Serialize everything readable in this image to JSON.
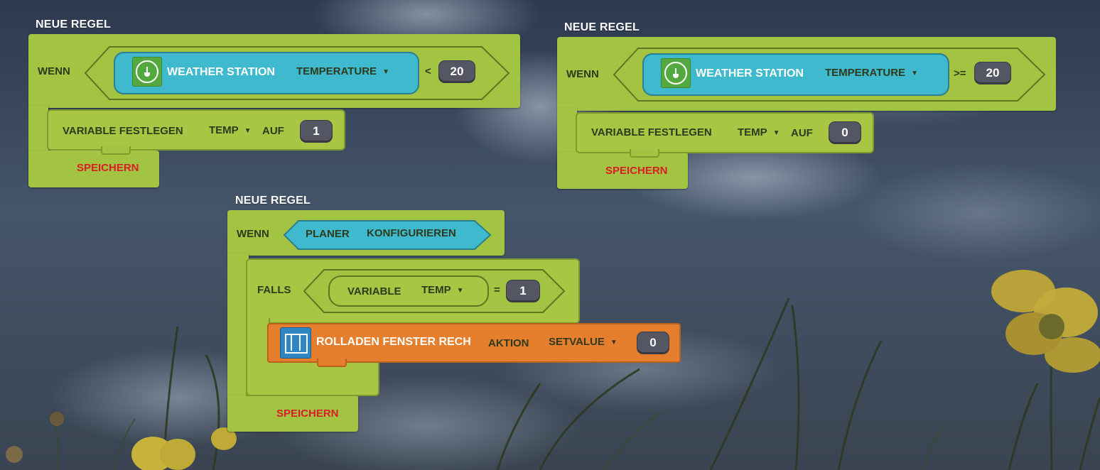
{
  "rules": [
    {
      "title": "NEUE REGEL",
      "when_label": "WENN",
      "device": "WEATHER STATION",
      "device_icon": "weather-station-icon",
      "property": "TEMPERATURE",
      "operator": "<",
      "value": "20",
      "action_label": "VARIABLE FESTLEGEN",
      "variable": "TEMP",
      "to_label": "AUF",
      "set_value": "1",
      "save_label": "SPEICHERN"
    },
    {
      "title": "NEUE REGEL",
      "when_label": "WENN",
      "device": "WEATHER STATION",
      "device_icon": "weather-station-icon",
      "property": "TEMPERATURE",
      "operator": ">=",
      "value": "20",
      "action_label": "VARIABLE FESTLEGEN",
      "variable": "TEMP",
      "to_label": "AUF",
      "set_value": "0",
      "save_label": "SPEICHERN"
    },
    {
      "title": "NEUE REGEL",
      "when_label": "WENN",
      "trigger": "PLANER",
      "trigger_action": "KONFIGURIEREN",
      "if_label": "FALLS",
      "cond_label": "VARIABLE",
      "cond_variable": "TEMP",
      "cond_operator": "=",
      "cond_value": "1",
      "action_device": "ROLLADEN FENSTER RECH",
      "action_device_icon": "window-shutter-icon",
      "action_label": "AKTION",
      "action_name": "SETVALUE",
      "action_value": "0",
      "save_label": "SPEICHERN"
    }
  ],
  "colors": {
    "block_green": "#a3c342",
    "sensor_blue": "#3eb9cd",
    "actuator_orange": "#e57f2e",
    "value_gray": "#555663",
    "save_red": "#d81e26"
  }
}
